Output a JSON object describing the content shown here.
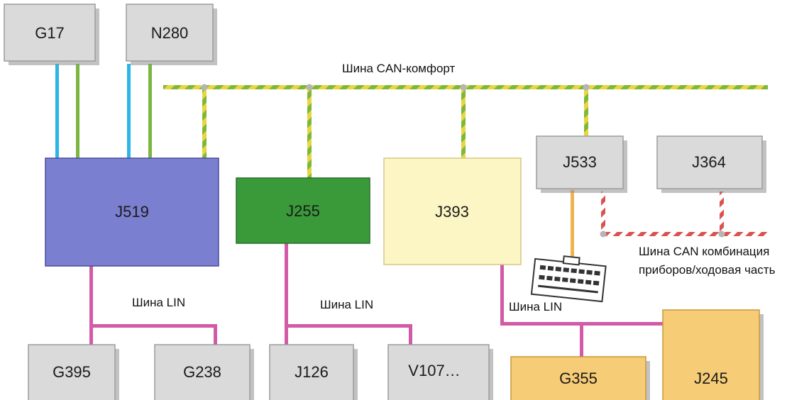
{
  "colors": {
    "can_comfort_a": "#e8d640",
    "can_comfort_b": "#7db83b",
    "can_instrument_a": "#ffffff",
    "can_instrument_b": "#d9534f",
    "lin": "#d25aa6",
    "sensor_blue": "#2bb6e6",
    "sensor_green": "#7ab640",
    "gateway_orange": "#f0b351",
    "j519_fill": "#7b7fd0",
    "j255_fill": "#3a9a3a",
    "j393_fill": "#fbf6c4",
    "orange_box_fill": "#f6cc77",
    "gray_box_fill": "#dadada"
  },
  "blocks": {
    "g17": "G17",
    "n280": "N280",
    "j519": "J519",
    "j255": "J255",
    "j393": "J393",
    "j533": "J533",
    "j364": "J364",
    "g395": "G395",
    "g238": "G238",
    "j126": "J126",
    "v107": "V107…",
    "g355": "G355",
    "j245": "J245"
  },
  "buses": {
    "can_comfort": "Шина CAN-комфорт",
    "can_instrument_line1": "Шина CAN комбинация",
    "can_instrument_line2": "приборов/ходовая часть",
    "lin_1": "Шина LIN",
    "lin_2": "Шина LIN",
    "lin_3": "Шина LIN"
  },
  "icons": {
    "diagnostic_connector": "diagnostic-connector-icon"
  }
}
